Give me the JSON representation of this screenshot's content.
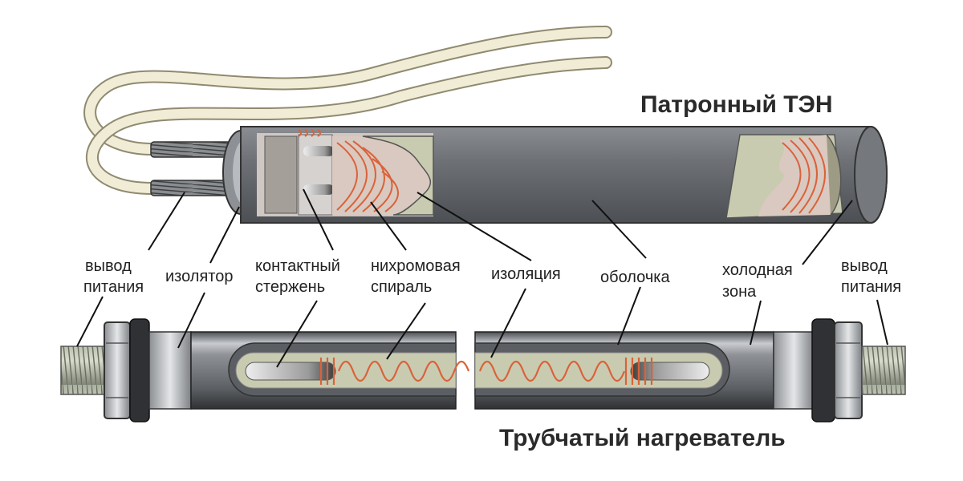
{
  "titles": {
    "cartridge": "Патронный ТЭН",
    "tubular": "Трубчатый нагреватель"
  },
  "labels": {
    "power_lead_left": [
      "вывод",
      "питания"
    ],
    "insulator": [
      "изолятор"
    ],
    "contact_rod": [
      "контактный",
      "стержень"
    ],
    "nichrome_spiral": [
      "нихромовая",
      "спираль"
    ],
    "insulation": [
      "изоляция"
    ],
    "sheath": [
      "оболочка"
    ],
    "cold_zone": [
      "холодная",
      "зона"
    ],
    "power_lead_right": [
      "вывод",
      "питания"
    ]
  },
  "colors": {
    "sheath": "#6b6e73",
    "coil": "#d9623a",
    "insulation": "#c9cbb0",
    "wire": "#efe9cf"
  }
}
